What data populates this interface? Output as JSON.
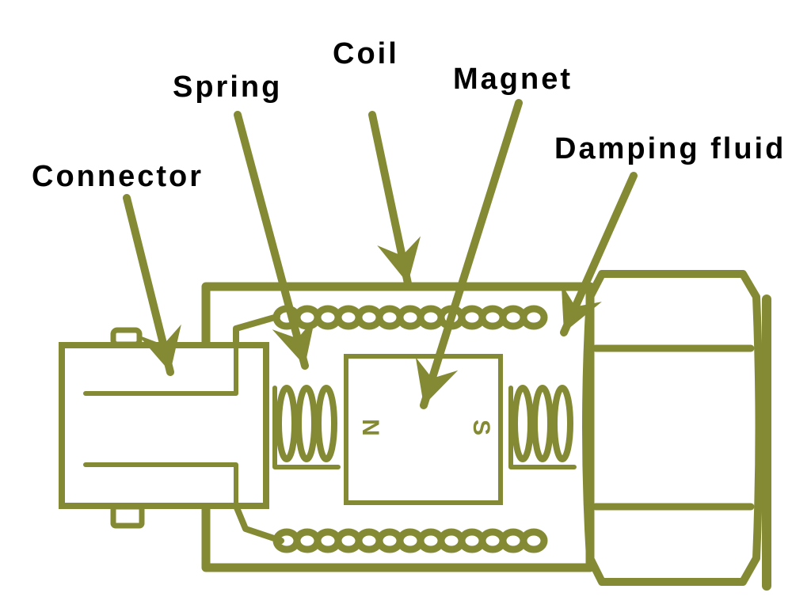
{
  "title_labels": {
    "connector": "Connector",
    "spring": "Spring",
    "coil": "Coil",
    "magnet": "Magnet",
    "damping_fluid": "Damping fluid"
  },
  "magnet_poles": {
    "north": "N",
    "south": "S"
  },
  "colors": {
    "drawing": "#848a34",
    "text": "#000000",
    "background": "#ffffff"
  }
}
